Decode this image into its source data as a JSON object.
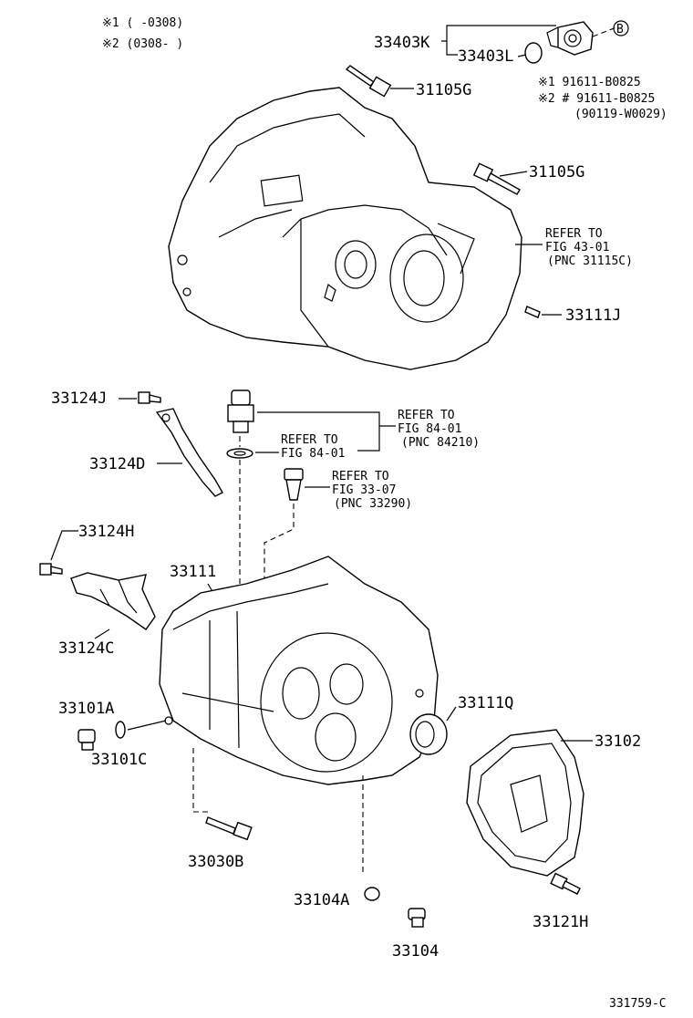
{
  "legend": {
    "line1": "※1 (     -0308)",
    "line2": "※2 (0308-      )"
  },
  "callout_b": "B",
  "labels": {
    "p33403K": "33403K",
    "p33403L": "33403L",
    "p31105G_a": "31105G",
    "p31105G_b": "31105G",
    "note_b_line1": "※1  91611-B0825",
    "note_b_line2": "※2 # 91611-B0825",
    "note_b_line3": "(90119-W0029)",
    "p33111J": "33111J",
    "p33124J": "33124J",
    "p33124D": "33124D",
    "p33124H": "33124H",
    "p33124C": "33124C",
    "p33111": "33111",
    "p33101A": "33101A",
    "p33101C": "33101C",
    "p33111Q": "33111Q",
    "p33102": "33102",
    "p33030B": "33030B",
    "p33104A": "33104A",
    "p33104": "33104",
    "p33121H": "33121H",
    "diagram_id": "331759-C"
  },
  "references": {
    "ref1": {
      "line1": "REFER TO",
      "line2": "FIG 43-01",
      "line3": "(PNC 31115C)"
    },
    "ref2": {
      "line1": "REFER TO",
      "line2": "FIG 84-01",
      "line3": "(PNC 84210)"
    },
    "ref3": {
      "line1": "REFER TO",
      "line2": "FIG 84-01"
    },
    "ref4": {
      "line1": "REFER TO",
      "line2": "FIG 33-07",
      "line3": "(PNC 33290)"
    }
  }
}
